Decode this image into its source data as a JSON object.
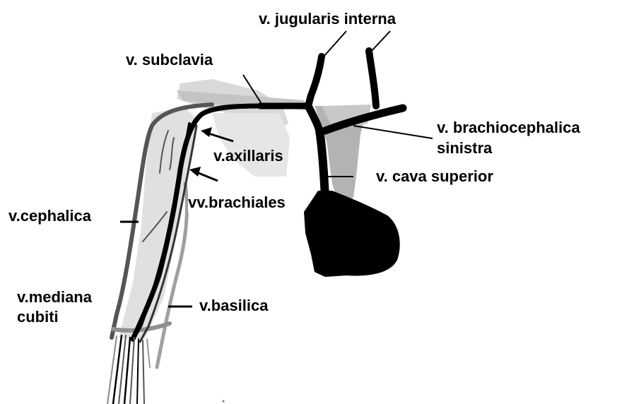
{
  "labels": {
    "jugularis_interna": "v. jugularis interna",
    "subclavia": "v. subclavia",
    "brachiocephalica_line1": "v. brachiocephalica",
    "brachiocephalica_line2": "sinistra",
    "axillaris": "v.axillaris",
    "cava_superior": "v. cava superior",
    "brachiales": "vv.brachiales",
    "cephalica": "v.cephalica",
    "mediana_line1": "v.mediana",
    "mediana_line2": "cubiti",
    "basilica": "v.basilica"
  },
  "colors": {
    "vein_dark": "#000000",
    "vein_mid": "#555555",
    "vein_light": "#909090",
    "tissue_light": "#d9d9d9",
    "tissue_mid": "#b3b3b3",
    "background": "#ffffff"
  }
}
